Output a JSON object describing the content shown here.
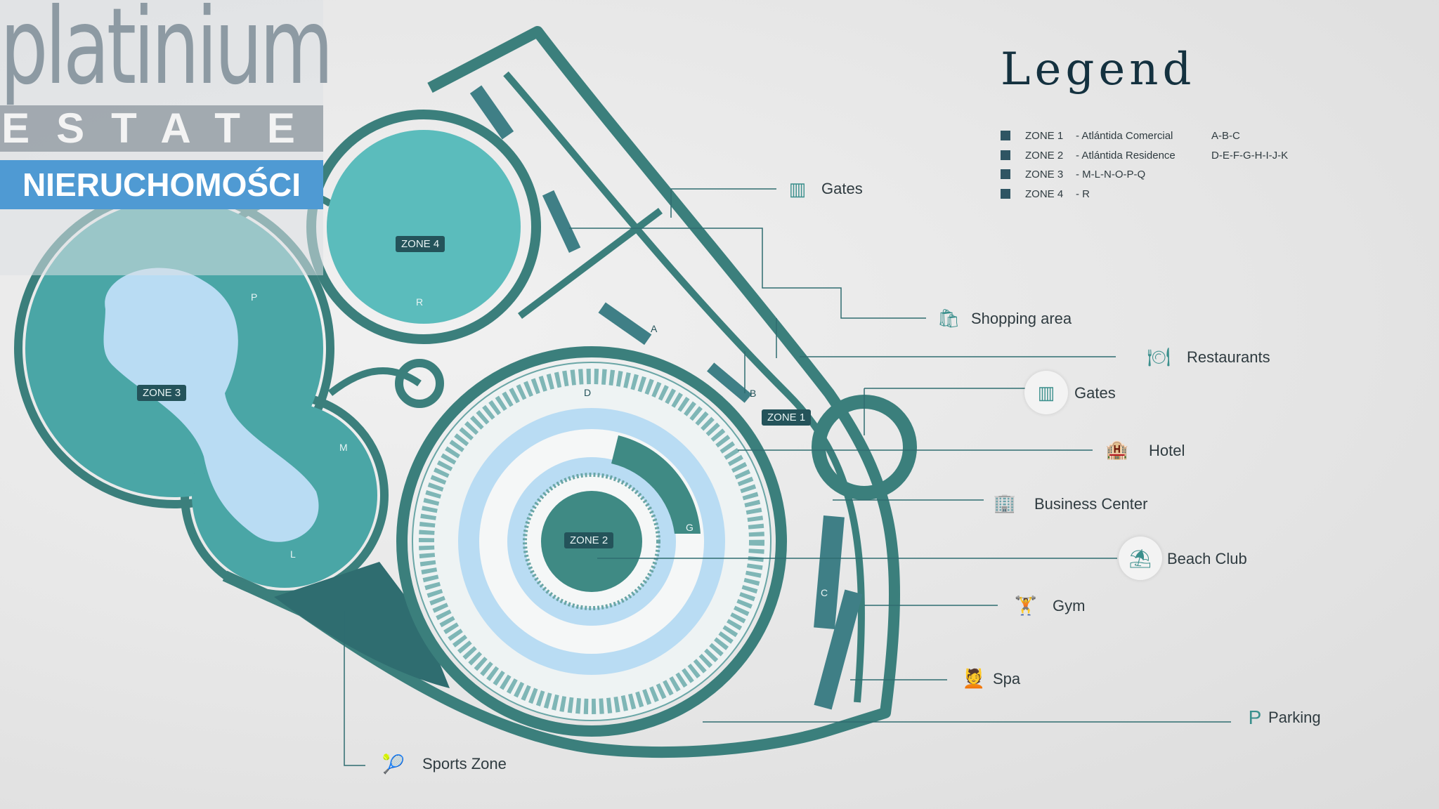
{
  "watermark": {
    "brand": "platinium",
    "line2": "ESTATE",
    "line3": "NIERUCHOMOŚCI"
  },
  "legend": {
    "title": "Legend",
    "items": [
      {
        "zone": "ZONE 1",
        "desc": "- Atlántida Comercial",
        "codes": "A-B-C"
      },
      {
        "zone": "ZONE 2",
        "desc": "- Atlántida Residence",
        "codes": "D-E-F-G-H-I-J-K"
      },
      {
        "zone": "ZONE 3",
        "desc": "-  M-L-N-O-P-Q",
        "codes": ""
      },
      {
        "zone": "ZONE 4",
        "desc": "-  R",
        "codes": ""
      }
    ]
  },
  "map": {
    "zones": [
      "ZONE 1",
      "ZONE 2",
      "ZONE 3",
      "ZONE 4"
    ],
    "letters": {
      "p": "P",
      "r": "R",
      "m": "M",
      "l": "L",
      "a": "A",
      "b": "B",
      "c": "C",
      "g": "G",
      "d": "D"
    }
  },
  "amenities": [
    {
      "label": "Gates",
      "icon": "gate-icon"
    },
    {
      "label": "Shopping area",
      "icon": "shopping-bag-icon"
    },
    {
      "label": "Restaurants",
      "icon": "restaurant-icon"
    },
    {
      "label": "Gates",
      "icon": "gate-icon"
    },
    {
      "label": "Hotel",
      "icon": "hotel-icon"
    },
    {
      "label": "Business Center",
      "icon": "building-icon"
    },
    {
      "label": "Beach Club",
      "icon": "beach-umbrella-icon"
    },
    {
      "label": "Gym",
      "icon": "dumbbell-icon"
    },
    {
      "label": "Spa",
      "icon": "spa-icon"
    },
    {
      "label": "Parking",
      "icon": "parking-icon",
      "glyph": "P"
    },
    {
      "label": "Sports Zone",
      "icon": "tennis-racket-icon"
    }
  ],
  "colors": {
    "road": "#3b7f7c",
    "zone": "#5bbcbc",
    "water": "#b9dcf3",
    "dark": "#24535a"
  }
}
